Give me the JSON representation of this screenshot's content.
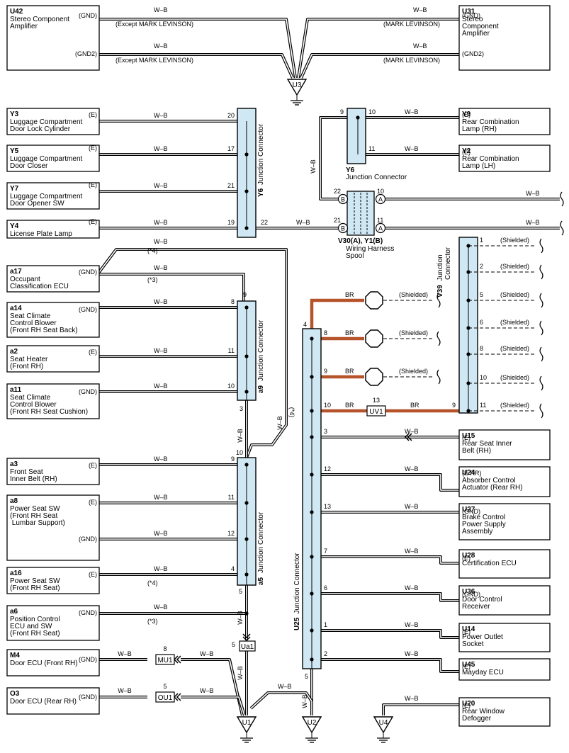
{
  "components": [
    {
      "id": "U42",
      "name": "Stereo Component\nAmplifier"
    },
    {
      "id": "U31",
      "name": "Stereo\nComponent\nAmplifier"
    },
    {
      "id": "Y3",
      "name": "Luggage Compartment\nDoor Lock Cylinder"
    },
    {
      "id": "Y5",
      "name": "Luggage Compartment\nDoor Closer"
    },
    {
      "id": "Y7",
      "name": "Luggage Compartment\nDoor Opener SW"
    },
    {
      "id": "Y4",
      "name": "License Plate Lamp"
    },
    {
      "id": "Y9",
      "name": "Rear Combination\nLamp (RH)"
    },
    {
      "id": "Y2",
      "name": "Rear Combination\nLamp (LH)"
    },
    {
      "id": "a17",
      "name": "Occupant\nClassification ECU"
    },
    {
      "id": "a14",
      "name": "Seat Climate\nControl Blower\n(Front RH Seat Back)"
    },
    {
      "id": "a2",
      "name": "Seat Heater\n(Front RH)"
    },
    {
      "id": "a11",
      "name": "Seat Climate\nControl Blower\n(Front RH Seat Cushion)"
    },
    {
      "id": "a3",
      "name": "Front Seat\nInner Belt (RH)"
    },
    {
      "id": "a8",
      "name": "Power Seat SW\n(Front RH Seat\n Lumbar Support)"
    },
    {
      "id": "a16",
      "name": "Power Seat SW\n(Front RH Seat)"
    },
    {
      "id": "a6",
      "name": "Position Control\nECU and SW\n(Front RH Seat)"
    },
    {
      "id": "M4",
      "name": "Door ECU (Front RH)"
    },
    {
      "id": "O3",
      "name": "Door ECU (Rear RH)"
    },
    {
      "id": "U15",
      "name": "Rear Seat Inner\nBelt (RH)"
    },
    {
      "id": "U24",
      "name": "Absorber Control\nActuator (Rear RH)"
    },
    {
      "id": "U27",
      "name": "Brake Control\nPower Supply\nAssembly"
    },
    {
      "id": "U28",
      "name": "Certification ECU"
    },
    {
      "id": "U36",
      "name": "Door Control\nReceiver"
    },
    {
      "id": "U14",
      "name": "Power Outlet\nSocket"
    },
    {
      "id": "U45",
      "name": "Mayday ECU"
    },
    {
      "id": "U20",
      "name": "Rear Window\nDefogger"
    }
  ],
  "terminals": {
    "gnd": "(GND)",
    "gnd2": "(GND2)",
    "e": "(E)",
    "err": "(E RR)"
  },
  "wire": {
    "wb": "W–B",
    "br": "BR"
  },
  "notes": {
    "except_ml": "(Except MARK LEVINSON)",
    "ml": "(MARK LEVINSON)",
    "n3": "(*3)",
    "n4": "(*4)",
    "shielded": "(Shielded)"
  },
  "junctions": {
    "y6": {
      "id": "Y6",
      "label": "Junction Connector"
    },
    "a9": {
      "id": "a9",
      "label": "Junction Connector"
    },
    "a5": {
      "id": "a5",
      "label": "Junction Connector"
    },
    "u25": {
      "id": "U25",
      "label": "Junction Connector"
    },
    "v39": {
      "id": "V39",
      "label": "Junction\nConnector"
    },
    "spool": {
      "id": "V30(A), Y1(B)",
      "label": "Wiring Harness\nSpool"
    }
  },
  "inline": {
    "ua1": "Ua1",
    "mu1": "MU1",
    "ou1": "OU1",
    "uv1": "UV1"
  },
  "grounds": {
    "u3": "U3",
    "u1": "U1",
    "u2": "U2",
    "u4": "U4"
  },
  "spool_pins": {
    "a": "A",
    "b": "B"
  },
  "pins": {
    "p1": "1",
    "p2": "2",
    "p3": "3",
    "p4": "4",
    "p5": "5",
    "p6": "6",
    "p7": "7",
    "p8": "8",
    "p9": "9",
    "p10": "10",
    "p11": "11",
    "p12": "12",
    "p13": "13",
    "p17": "17",
    "p19": "19",
    "p20": "20",
    "p21": "21",
    "p22": "22"
  },
  "colors": {
    "wire_br": "#b5532a",
    "connector_fill": "#cfe8f3"
  }
}
